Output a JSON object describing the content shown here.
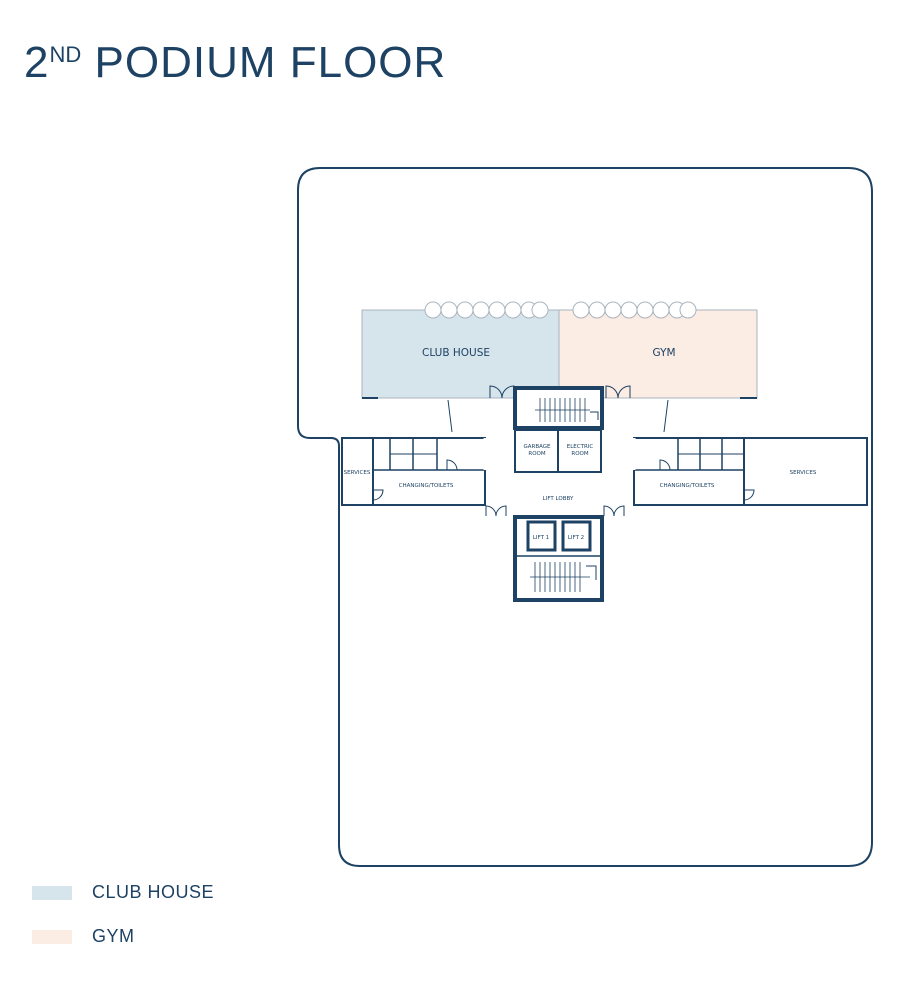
{
  "title": {
    "number": "2",
    "suffix": "ND",
    "text": "PODIUM FLOOR"
  },
  "rooms": {
    "club_house": "CLUB HOUSE",
    "gym": "GYM",
    "garbage_room_l1": "GARBAGE",
    "garbage_room_l2": "ROOM",
    "electric_room_l1": "ELECTRIC",
    "electric_room_l2": "ROOM",
    "services_left": "SERVICES",
    "services_right": "SERVICES",
    "changing_left": "CHANGING/TOILETS",
    "changing_right": "CHANGING/TOILETS",
    "lift_lobby": "LIFT LOBBY",
    "lift_1": "LIFT 1",
    "lift_2": "LIFT 2"
  },
  "legend": [
    {
      "label": "CLUB HOUSE",
      "color": "#d6e4ec"
    },
    {
      "label": "GYM",
      "color": "#fbece4"
    }
  ],
  "colors": {
    "line": "#1d4263",
    "club_house_fill": "#d6e4ec",
    "gym_fill": "#fbece4"
  }
}
